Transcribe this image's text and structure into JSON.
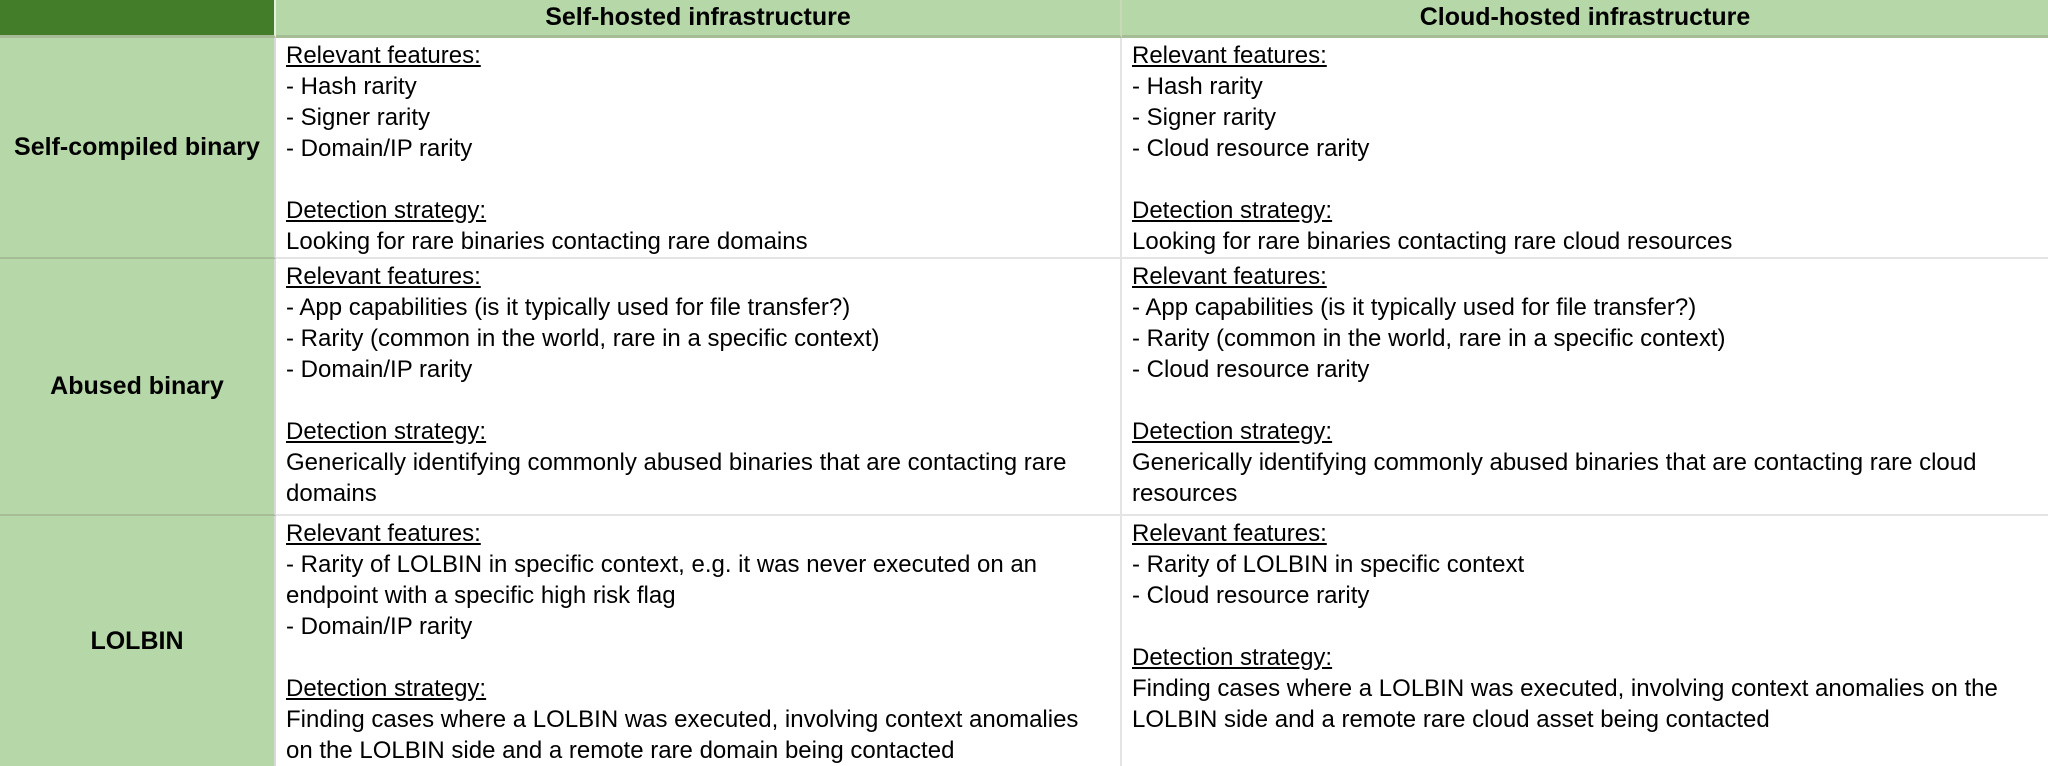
{
  "colors": {
    "corner_bg": "#447d2a",
    "header_bg": "#b6d7a8",
    "grid_white": "#e4e4e4",
    "grid_green": "#a6bc96",
    "text": "#000000"
  },
  "table": {
    "columns": [
      {
        "label": ""
      },
      {
        "label": "Self-hosted infrastructure"
      },
      {
        "label": "Cloud-hosted infrastructure"
      }
    ],
    "headings": {
      "features": "Relevant features:",
      "strategy": "Detection strategy:"
    },
    "rows": [
      {
        "label": "Self-compiled binary",
        "cells": [
          {
            "features": [
              "- Hash rarity",
              "- Signer rarity",
              "- Domain/IP rarity"
            ],
            "strategy": "Looking for rare binaries contacting rare domains"
          },
          {
            "features": [
              "- Hash rarity",
              "- Signer rarity",
              "- Cloud resource rarity"
            ],
            "strategy": "Looking for rare binaries contacting rare cloud resources"
          }
        ]
      },
      {
        "label": "Abused binary",
        "cells": [
          {
            "features": [
              "- App capabilities (is it typically used for file transfer?)",
              "- Rarity (common in the world, rare in a specific context)",
              "- Domain/IP rarity"
            ],
            "strategy": "Generically identifying commonly abused binaries that are contacting rare domains"
          },
          {
            "features": [
              "- App capabilities (is it typically used for file transfer?)",
              "- Rarity (common in the world, rare in a specific context)",
              "- Cloud resource rarity"
            ],
            "strategy": "Generically identifying commonly abused binaries that are contacting rare cloud resources"
          }
        ]
      },
      {
        "label": "LOLBIN",
        "cells": [
          {
            "features": [
              "- Rarity of LOLBIN in specific context, e.g. it was never executed on an endpoint with a specific high risk flag",
              "- Domain/IP rarity"
            ],
            "strategy": "Finding cases where a LOLBIN was executed, involving context anomalies on the LOLBIN side and a remote rare domain being contacted"
          },
          {
            "features": [
              "- Rarity of LOLBIN in specific context",
              "- Cloud resource rarity"
            ],
            "strategy": "Finding cases where a LOLBIN was executed, involving context anomalies on the LOLBIN side and a remote rare cloud asset being contacted"
          }
        ]
      }
    ]
  }
}
